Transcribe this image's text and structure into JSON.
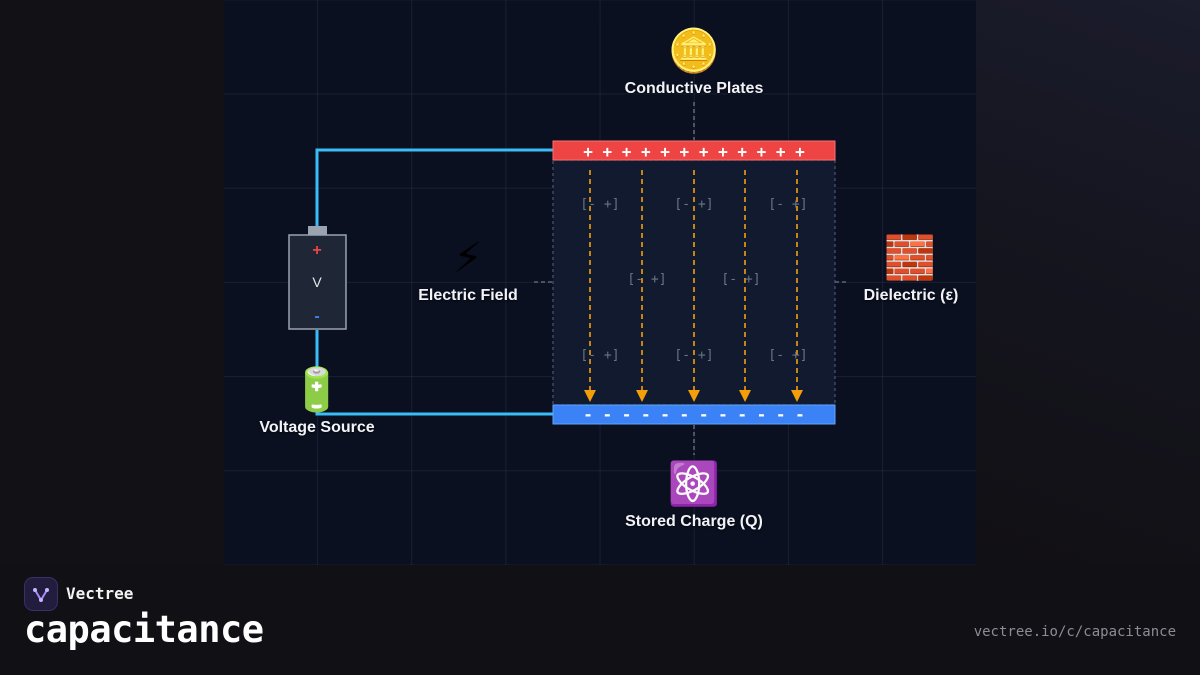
{
  "diagram": {
    "plate_top_label": "Conductive Plates",
    "plate_bottom_label": "Stored Charge (Q)",
    "field_label": "Electric Field",
    "dielectric_label": "Dielectric (ε)",
    "source_label": "Voltage Source",
    "battery": {
      "plus": "+",
      "symbol": "V",
      "minus": "-"
    },
    "top_plate_charges": "+ + + + + + + + + + + +",
    "bottom_plate_charges": "- - - - - - - - - - - -",
    "dipole_text": "[-  +]",
    "icons": {
      "plates": "coin-icon",
      "field": "lightning-icon",
      "dielectric": "brick-icon",
      "source": "battery-icon",
      "charge": "atom-icon"
    },
    "colors": {
      "wire": "#38bdf8",
      "top_plate": "#ef4444",
      "bottom_plate": "#3b82f6",
      "field_lines": "#f59e0b"
    }
  },
  "footer": {
    "brand": "Vectree",
    "title": "capacitance",
    "url": "vectree.io/c/capacitance"
  }
}
